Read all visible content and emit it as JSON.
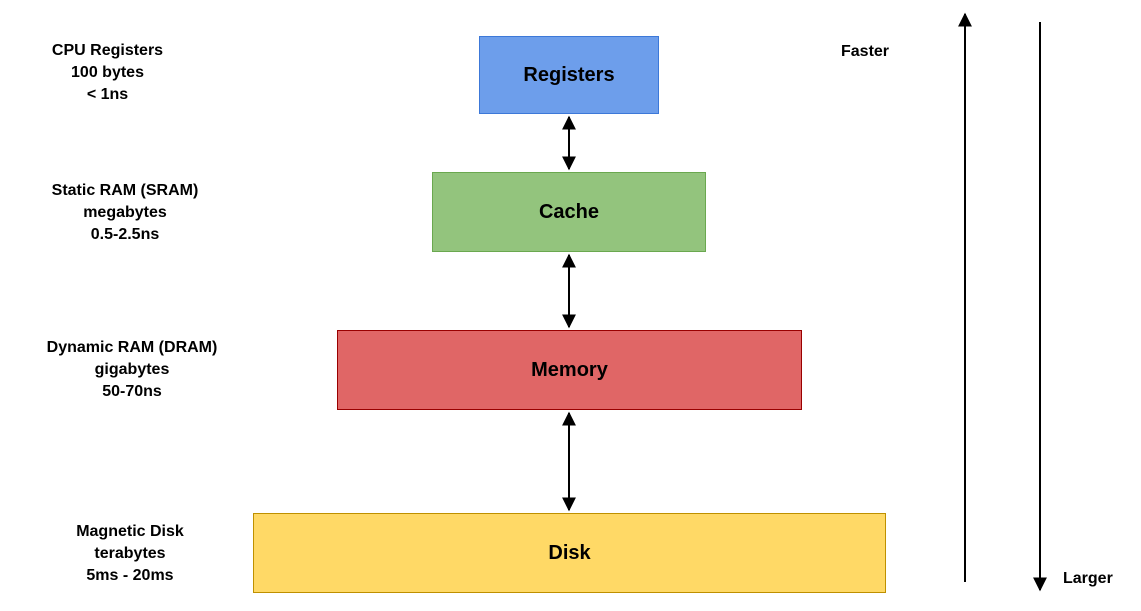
{
  "levels": [
    {
      "box_label": "Registers",
      "desc": [
        "CPU Registers",
        "100 bytes",
        "< 1ns"
      ],
      "color": "#6d9eeb",
      "border": "#3c78d8"
    },
    {
      "box_label": "Cache",
      "desc": [
        "Static RAM (SRAM)",
        "megabytes",
        "0.5-2.5ns"
      ],
      "color": "#93c47d",
      "border": "#6aa84f"
    },
    {
      "box_label": "Memory",
      "desc": [
        "Dynamic RAM (DRAM)",
        "gigabytes",
        "50-70ns"
      ],
      "color": "#e06666",
      "border": "#990000"
    },
    {
      "box_label": "Disk",
      "desc": [
        "Magnetic Disk",
        "terabytes",
        "5ms - 20ms"
      ],
      "color": "#ffd966",
      "border": "#bf9000"
    }
  ],
  "axes": {
    "faster_label": "Faster",
    "larger_label": "Larger"
  }
}
